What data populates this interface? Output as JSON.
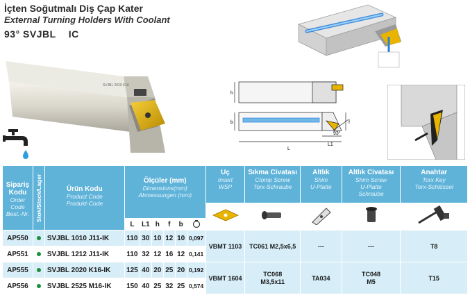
{
  "header": {
    "title_tr": "İçten Soğutmalı Diş Çap Kater",
    "title_en": "External Turning Holders With Coolant",
    "model": "93° SVJBL",
    "model_suffix": "IC"
  },
  "diagram": {
    "labels": {
      "h": "h",
      "b": "b",
      "f": "f",
      "l": "L",
      "l1": "L1",
      "angle": "93°"
    }
  },
  "table": {
    "col_siparis": {
      "main": "Sipariş Kodu",
      "sub1": "Order Code",
      "sub2": "Best.-Nr."
    },
    "col_stok": "Stok/Stock/Lager",
    "col_urun": {
      "main": "Ürün Kodu",
      "sub1": "Product Code",
      "sub2": "Produkt-Code"
    },
    "col_olculer": {
      "main": "Ölçüler (mm)",
      "sub1": "Dimensions(mm)",
      "sub2": "Abmessungen (mm)"
    },
    "col_uc": {
      "main": "Uç",
      "sub1": "Insert",
      "sub2": "WSP"
    },
    "col_sikma": {
      "main": "Sıkma Civatası",
      "sub1": "Clomp Screw",
      "sub2": "Torx-Schraube"
    },
    "col_altlik": {
      "main": "Altlık",
      "sub1": "Shim",
      "sub2": "U-Platte"
    },
    "col_altlik_civ": {
      "main": "Altlık Civatası",
      "sub1": "Shim Screw",
      "sub2": "U-Platte",
      "sub3": "Schraube"
    },
    "col_anahtar": {
      "main": "Anahtar",
      "sub1": "Torx Key",
      "sub2": "Torx-Schlüssel"
    },
    "dim_headers": [
      "L",
      "L1",
      "h",
      "f",
      "b"
    ],
    "rows": [
      {
        "siparis": "AP550",
        "urun": "SVJBL 1010 J11-IK",
        "dims": [
          "110",
          "30",
          "10",
          "12",
          "10"
        ],
        "weight": "0,097"
      },
      {
        "siparis": "AP551",
        "urun": "SVJBL 1212 J11-IK",
        "dims": [
          "110",
          "32",
          "12",
          "16",
          "12"
        ],
        "weight": "0,141"
      },
      {
        "siparis": "AP555",
        "urun": "SVJBL 2020 K16-IK",
        "dims": [
          "125",
          "40",
          "20",
          "25",
          "20"
        ],
        "weight": "0,192"
      },
      {
        "siparis": "AP556",
        "urun": "SVJBL 2525 M16-IK",
        "dims": [
          "150",
          "40",
          "25",
          "32",
          "25"
        ],
        "weight": "0,574"
      }
    ],
    "group1": {
      "uc": "VBMT 1103",
      "sikma": "TC061 M2,5x6,5",
      "altlik": "---",
      "altlik_civ": "---",
      "anahtar": "T8"
    },
    "group2": {
      "uc": "VBMT 1604",
      "sikma_l1": "TC068",
      "sikma_l2": "M3,5x11",
      "altlik": "TA034",
      "altlik_civ_l1": "TC048",
      "altlik_civ_l2": "M5",
      "anahtar": "T15"
    }
  },
  "colors": {
    "header_blue": "#5fb3d9",
    "row_blue": "#d7eef8",
    "stock_green": "#1a8f3c",
    "insert_gold": "#e8b400"
  }
}
